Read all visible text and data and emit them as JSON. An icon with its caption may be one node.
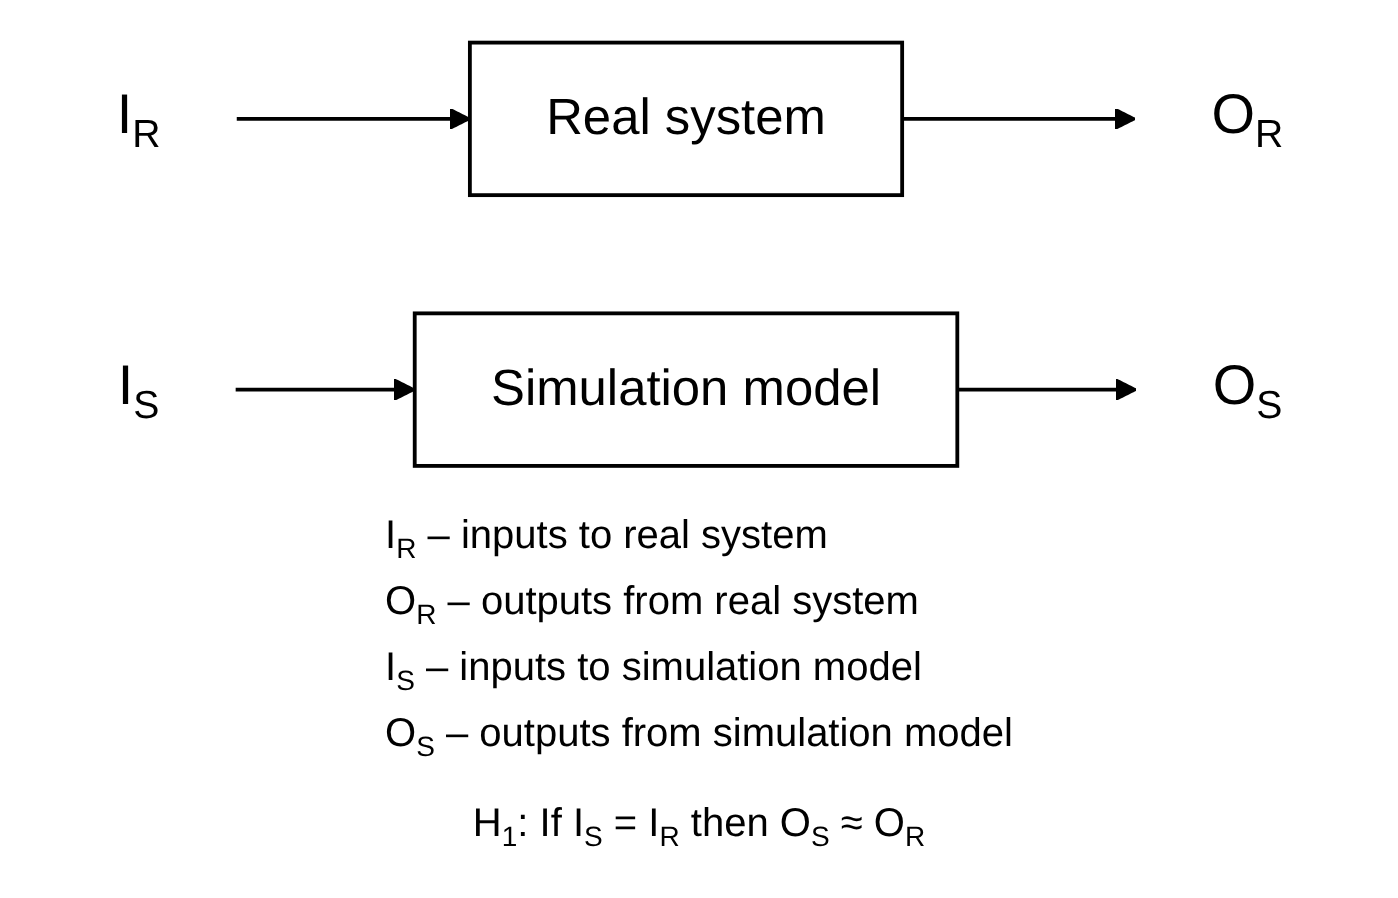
{
  "diagram": {
    "nodes": [
      {
        "text": [
          "I$_{R}$"
        ]
      },
      {
        "text": [
          "Real system"
        ]
      },
      {
        "text": [
          "O$_{R}$"
        ]
      },
      {
        "text": [
          "I$_{S}$"
        ]
      },
      {
        "text": [
          "Simulation model"
        ]
      },
      {
        "text": [
          "O$_{S}$"
        ]
      }
    ],
    "edges": [
      {
        "from": 0,
        "to": 1,
        "arrow": "to"
      },
      {
        "from": 1,
        "to": 2,
        "arrow": "to"
      },
      {
        "from": 3,
        "to": 4,
        "arrow": "to"
      },
      {
        "from": 4,
        "to": 5,
        "arrow": "to"
      }
    ],
    "labels": [
      "I$_{R}$ – inputs to real system",
      "O$_{R}$ – outputs from real system",
      "I$_{S}$ – inputs to simulation model",
      "O$_{S}$ – outputs from simulation model",
      "H$_{1}$: If I$_{S}$ = I$_{R}$ then O$_{S}$ ≈ O$_{R}$"
    ]
  }
}
